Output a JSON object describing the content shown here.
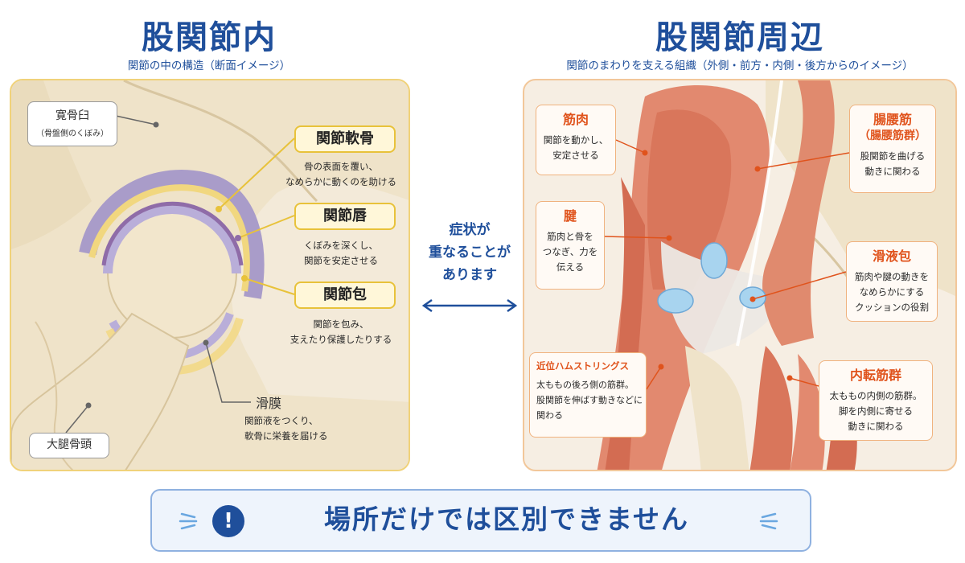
{
  "left": {
    "title": "股関節内",
    "subtitle": "関節の中の構造（断面イメージ）",
    "acetabulum": {
      "name": "寛骨臼",
      "note": "（骨盤側のくぼみ）"
    },
    "cartilage": {
      "name": "関節軟骨",
      "desc1": "骨の表面を覆い、",
      "desc2": "なめらかに動くのを助ける"
    },
    "labrum": {
      "name": "関節唇",
      "desc1": "くぼみを深くし、",
      "desc2": "関節を安定させる"
    },
    "capsule": {
      "name": "関節包",
      "desc1": "関節を包み、",
      "desc2": "支えたり保護したりする"
    },
    "synovium": {
      "name": "滑膜",
      "desc1": "関節液をつくり、",
      "desc2": "軟骨に栄養を届ける"
    },
    "femoral_head": {
      "name": "大腿骨頭"
    }
  },
  "right": {
    "title": "股関節周辺",
    "subtitle": "関節のまわりを支える組織（外側・前方・内側・後方からのイメージ）",
    "muscle": {
      "name": "筋肉",
      "desc1": "関節を動かし、",
      "desc2": "安定させる"
    },
    "tendon": {
      "name": "腱",
      "desc1": "筋肉と骨を",
      "desc2": "つなぎ、力を",
      "desc3": "伝える"
    },
    "hamstrings": {
      "name": "近位ハムストリングス",
      "desc1": "太ももの後ろ側の筋群。",
      "desc2": "股関節を伸ばす動きなどに",
      "desc3": "関わる"
    },
    "iliopsoas": {
      "name1": "腸腰筋",
      "name2": "（腸腰筋群）",
      "desc1": "股関節を曲げる",
      "desc2": "動きに関わる"
    },
    "bursa": {
      "name": "滑液包",
      "desc1": "筋肉や腱の動きを",
      "desc2": "なめらかにする",
      "desc3": "クッションの役割"
    },
    "adductors": {
      "name": "内転筋群",
      "desc1": "太ももの内側の筋群。",
      "desc2": "脚を内側に寄せる",
      "desc3": "動きに関わる"
    }
  },
  "middle": {
    "line1": "症状が",
    "line2": "重なることが",
    "line3": "あります"
  },
  "banner": {
    "icon": "!",
    "text": "場所だけでは区別できません"
  },
  "colors": {
    "title_blue": "#1f4f9b",
    "accent_orange": "#e0531c",
    "label_yellow": "#e8c23a",
    "cartilage_lilac": "#b9aed9",
    "labrum_purple": "#8f6ca8",
    "capsule_yellow": "#f2d77e",
    "bursa_blue": "#a8d4ef"
  }
}
